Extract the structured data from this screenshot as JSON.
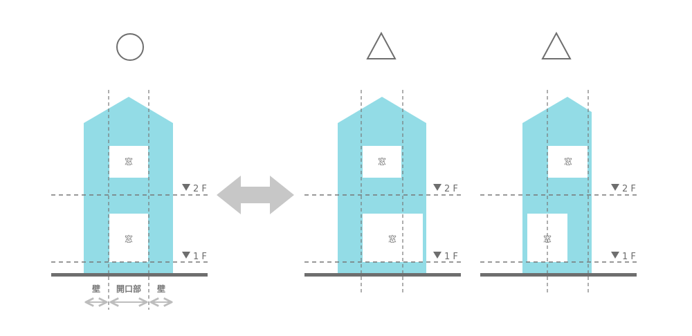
{
  "colors": {
    "house": "#93dce6",
    "window": "#ffffff",
    "guide": "#777777",
    "ground": "#6e6e6e",
    "arrow": "#c7c7c7",
    "text": "#777777",
    "symbol": "#6e6e6e"
  },
  "icons": {
    "good": "circle-icon",
    "fair": "triangle-icon",
    "swap": "double-arrow-icon",
    "level": "triangle-down-icon"
  },
  "panels": [
    {
      "rating_icon": "circle-icon",
      "window_label_upper": "窓",
      "window_label_lower": "窓",
      "floor_2": "2 F",
      "floor_1": "1 F"
    },
    {
      "rating_icon": "triangle-icon",
      "window_label_upper": "窓",
      "window_label_lower": "窓",
      "floor_2": "2 F",
      "floor_1": "1 F"
    },
    {
      "rating_icon": "triangle-icon",
      "window_label_upper": "窓",
      "window_label_lower": "窓",
      "floor_2": "2 F",
      "floor_1": "1 F"
    }
  ],
  "dimension_labels": {
    "wall_left": "壁",
    "opening": "開口部",
    "wall_right": "壁"
  }
}
